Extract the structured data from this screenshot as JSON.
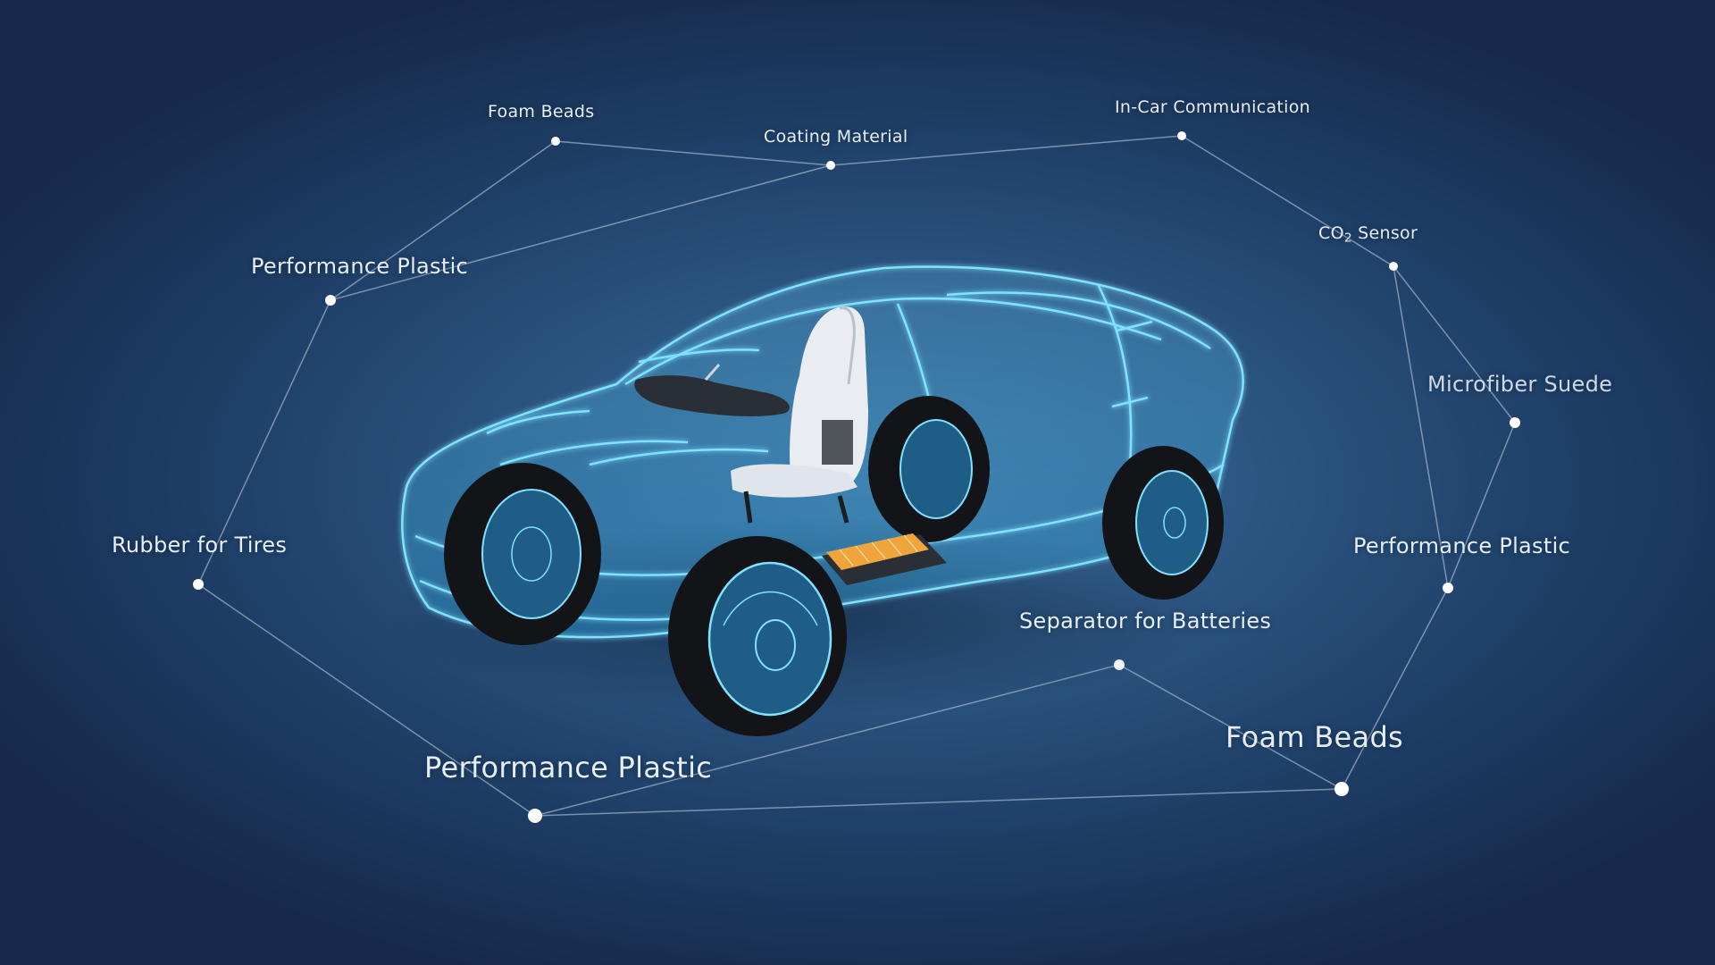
{
  "labels": {
    "foam_beads_top": "Foam Beads",
    "coating_material": "Coating Material",
    "in_car_communication": "In-Car Communication",
    "co2_sensor_prefix": "CO",
    "co2_sensor_sub": "2",
    "co2_sensor_suffix": " Sensor",
    "performance_plastic_left": "Performance Plastic",
    "microfiber_suede": "Microfiber Suede",
    "rubber_for_tires": "Rubber for Tires",
    "performance_plastic_right": "Performance Plastic",
    "separator_for_batteries": "Separator for Batteries",
    "foam_beads_bottom": "Foam Beads",
    "performance_plastic_bottom": "Performance Plastic"
  },
  "colors": {
    "background_center": "#3a6b98",
    "background_edge": "#16294a",
    "wireframe": "#7fe3ff",
    "connector": "#c9d6e6",
    "battery": "#f0a53c",
    "seat": "#e9edf1",
    "tire": "#121418"
  }
}
